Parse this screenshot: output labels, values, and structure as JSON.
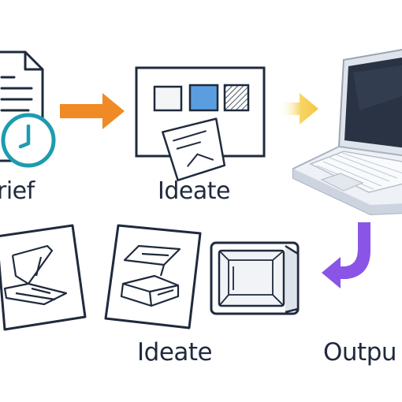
{
  "steps": [
    {
      "id": "brief",
      "label": "rief",
      "icon": "document-clock-icon"
    },
    {
      "id": "ideate-1",
      "label": "Ideate",
      "icon": "storyboard-frame-icon"
    },
    {
      "id": "build",
      "label": "",
      "icon": "laptop-icon"
    },
    {
      "id": "ideate-2",
      "label": "Ideate",
      "icon": "sketch-cards-icon"
    },
    {
      "id": "output",
      "label": "Outpu",
      "icon": "framed-device-icon"
    }
  ],
  "arrows": [
    {
      "from": "brief",
      "to": "ideate-1",
      "color": "#f08a24"
    },
    {
      "from": "ideate-1",
      "to": "build",
      "color": "#f5c542"
    },
    {
      "from": "build",
      "to": "output",
      "color": "#8a55e6"
    }
  ],
  "colors": {
    "ink": "#1f2a3d",
    "teal": "#1e9bb0",
    "blue_swatch": "#5b9ee0",
    "laptop_body": "#eef1f6",
    "screen": "#2a3344"
  }
}
